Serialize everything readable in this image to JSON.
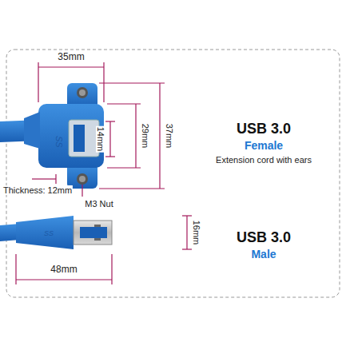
{
  "diagram": {
    "labels": [
      "35mm",
      "14mm",
      "29mm",
      "37mm",
      "Thickness: 12mm",
      "M3 Nut",
      "48mm",
      "16mm",
      "USB 3.0",
      "Female",
      "Extension cord with ears",
      "USB 3.0",
      "Male"
    ]
  }
}
